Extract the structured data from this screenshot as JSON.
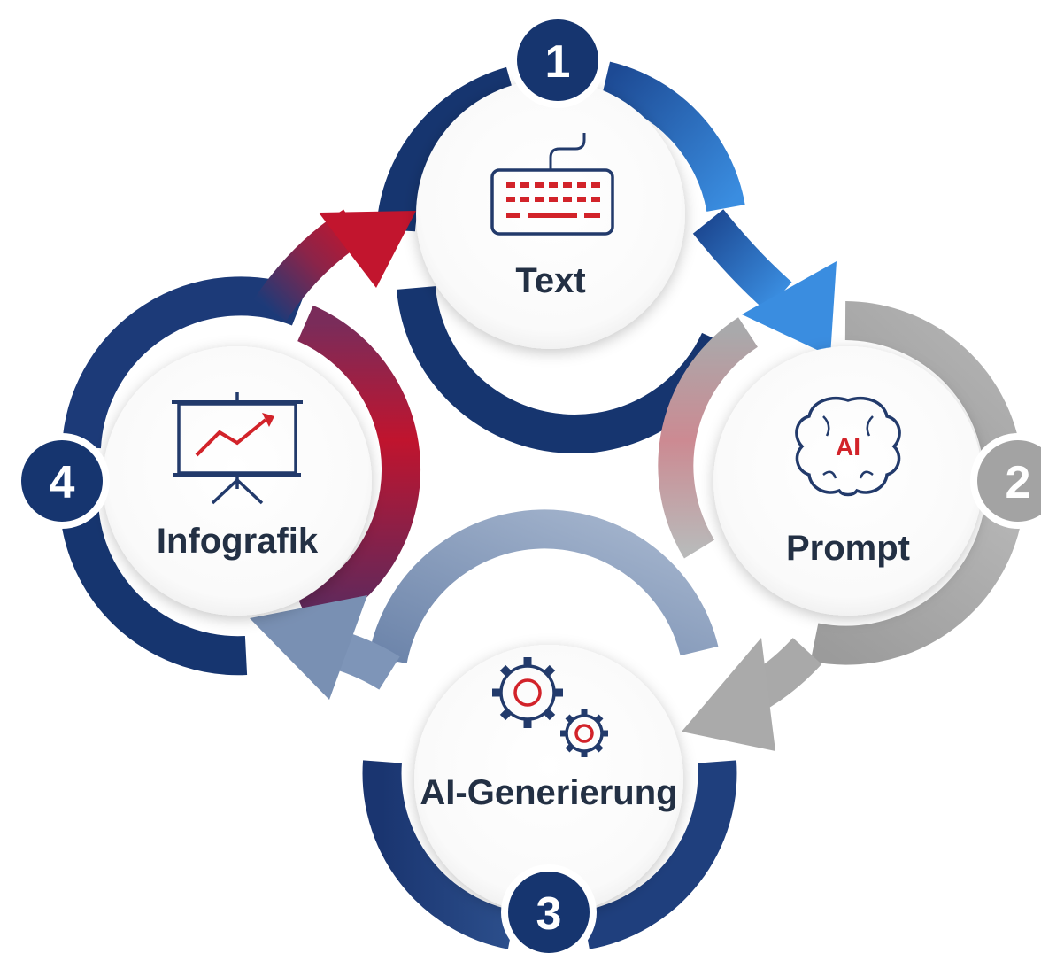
{
  "steps": [
    {
      "number": "1",
      "label": "Text",
      "icon": "keyboard-icon"
    },
    {
      "number": "2",
      "label": "Prompt",
      "icon": "brain-ai-icon"
    },
    {
      "number": "3",
      "label": "AI-Generierung",
      "icon": "gears-icon"
    },
    {
      "number": "4",
      "label": "Infografik",
      "icon": "presentation-chart-icon"
    }
  ],
  "brain_icon_text": "AI",
  "colors": {
    "navy": "#16356f",
    "blue": "#2f7fd6",
    "gray": "#a6a6a6",
    "slate": "#7d93b4",
    "red": "#c0142e",
    "icon_red": "#d2232a",
    "icon_navy": "#223a6b"
  }
}
